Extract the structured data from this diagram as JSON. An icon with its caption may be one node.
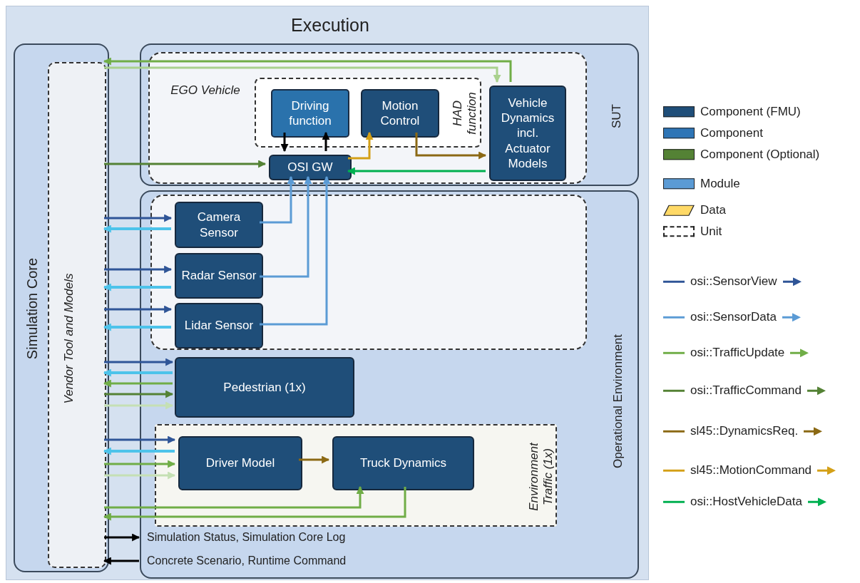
{
  "diagram": {
    "nodes": [
      {
        "text": [
          "Execution"
        ]
      },
      {
        "text": [
          "Simulation Core"
        ],
        "in": 0
      },
      {
        "text": [
          "Vendor Tool and Models"
        ],
        "in": 1
      },
      {
        "text": [
          "SUT"
        ],
        "in": 0
      },
      {
        "text": [
          "EGO Vehicle"
        ],
        "in": 3
      },
      {
        "text": [
          "HAD function"
        ],
        "in": 4
      },
      {
        "text": [
          "Driving function"
        ],
        "in": 5
      },
      {
        "text": [
          "Motion Control"
        ],
        "in": 5
      },
      {
        "text": [
          "Vehicle Dynamics incl. Actuator Models"
        ],
        "in": 4
      },
      {
        "text": [
          "OSI GW"
        ],
        "in": 4
      },
      {
        "text": [
          "Operational Environment"
        ],
        "in": 0
      },
      {
        "text": [],
        "shape": "box",
        "in": 10
      },
      {
        "text": [
          "Camera Sensor"
        ],
        "in": 11
      },
      {
        "text": [
          "Radar Sensor"
        ],
        "in": 11
      },
      {
        "text": [
          "Lidar Sensor"
        ],
        "in": 11
      },
      {
        "text": [
          "Pedestrian (1x)"
        ],
        "in": 10
      },
      {
        "text": [
          "Environment Traffic (1x)"
        ],
        "in": 10
      },
      {
        "text": [
          "Driver Model"
        ],
        "in": 16
      },
      {
        "text": [
          "Truck Dynamics"
        ],
        "in": 16
      }
    ],
    "edges": [
      {
        "from": 8,
        "to": 2,
        "arrow": "to",
        "color": "#70ad47"
      },
      {
        "from": 2,
        "to": 8,
        "arrow": "to",
        "color": "#a9d18e"
      },
      {
        "from": 2,
        "to": 9,
        "arrow": "to",
        "color": "#548235"
      },
      {
        "from": 6,
        "to": 9,
        "arrow": "to",
        "color": "#000000"
      },
      {
        "from": 9,
        "to": 6,
        "arrow": "to",
        "color": "#000000"
      },
      {
        "from": 9,
        "to": 7,
        "arrow": "to",
        "color": "#d4a017"
      },
      {
        "from": 7,
        "to": 8,
        "arrow": "to",
        "color": "#8b6914"
      },
      {
        "from": 8,
        "to": 9,
        "arrow": "to",
        "color": "#00b050"
      },
      {
        "from": 12,
        "to": 9,
        "arrow": "to",
        "color": "#5b9bd5"
      },
      {
        "from": 13,
        "to": 9,
        "arrow": "to",
        "color": "#5b9bd5"
      },
      {
        "from": 14,
        "to": 9,
        "arrow": "to",
        "color": "#5b9bd5"
      },
      {
        "from": 2,
        "to": 12,
        "arrow": "to",
        "color": "#2f5597"
      },
      {
        "from": 12,
        "to": 2,
        "arrow": "to",
        "color": "#4dc3ea"
      },
      {
        "from": 2,
        "to": 13,
        "arrow": "to",
        "color": "#2f5597"
      },
      {
        "from": 13,
        "to": 2,
        "arrow": "to",
        "color": "#4dc3ea"
      },
      {
        "from": 2,
        "to": 14,
        "arrow": "to",
        "color": "#2f5597"
      },
      {
        "from": 14,
        "to": 2,
        "arrow": "to",
        "color": "#4dc3ea"
      },
      {
        "from": 2,
        "to": 15,
        "arrow": "to",
        "color": "#2f5597"
      },
      {
        "from": 15,
        "to": 2,
        "arrow": "to",
        "color": "#4dc3ea"
      },
      {
        "from": 15,
        "to": 2,
        "arrow": "to",
        "color": "#70ad47"
      },
      {
        "from": 2,
        "to": 15,
        "arrow": "to",
        "color": "#548235"
      },
      {
        "from": 2,
        "to": 15,
        "arrow": "to",
        "color": "#c5e0b4"
      },
      {
        "from": 2,
        "to": 17,
        "arrow": "to",
        "color": "#2f5597"
      },
      {
        "from": 17,
        "to": 2,
        "arrow": "to",
        "color": "#4dc3ea"
      },
      {
        "from": 2,
        "to": 17,
        "arrow": "to",
        "color": "#70ad47"
      },
      {
        "from": 2,
        "to": 17,
        "arrow": "to",
        "color": "#c5e0b4"
      },
      {
        "from": 17,
        "to": 18,
        "arrow": "to",
        "color": "#8b6914"
      },
      {
        "from": 2,
        "to": 18,
        "arrow": "to",
        "color": "#70ad47"
      },
      {
        "from": 18,
        "to": 2,
        "arrow": "to",
        "color": "#70ad47"
      },
      {
        "from": 2,
        "to": 10,
        "arrow": "to",
        "label": "Simulation Status, Simulation Core Log",
        "color": "#000000"
      },
      {
        "from": 10,
        "to": 2,
        "arrow": "to",
        "label": "Concrete Scenario, Runtime Command",
        "color": "#000000"
      }
    ],
    "legend": [
      {
        "text": "Component (FMU)",
        "color": "#1f4e79"
      },
      {
        "text": "Component",
        "color": "#2e75b6"
      },
      {
        "text": "Component (Optional)",
        "color": "#548235"
      },
      {
        "text": "Module",
        "color": "#5b9bd5"
      },
      {
        "text": "Data"
      },
      {
        "text": "Unit"
      },
      {
        "text": "osi::SensorView"
      },
      {
        "text": "osi::SensorData"
      },
      {
        "text": "osi::TrafficUpdate"
      },
      {
        "text": "osi::TrafficCommand"
      },
      {
        "text": "sl45::DynamicsReq."
      },
      {
        "text": "sl45::MotionCommand"
      },
      {
        "text": "osi::HostVehicleData"
      }
    ]
  }
}
